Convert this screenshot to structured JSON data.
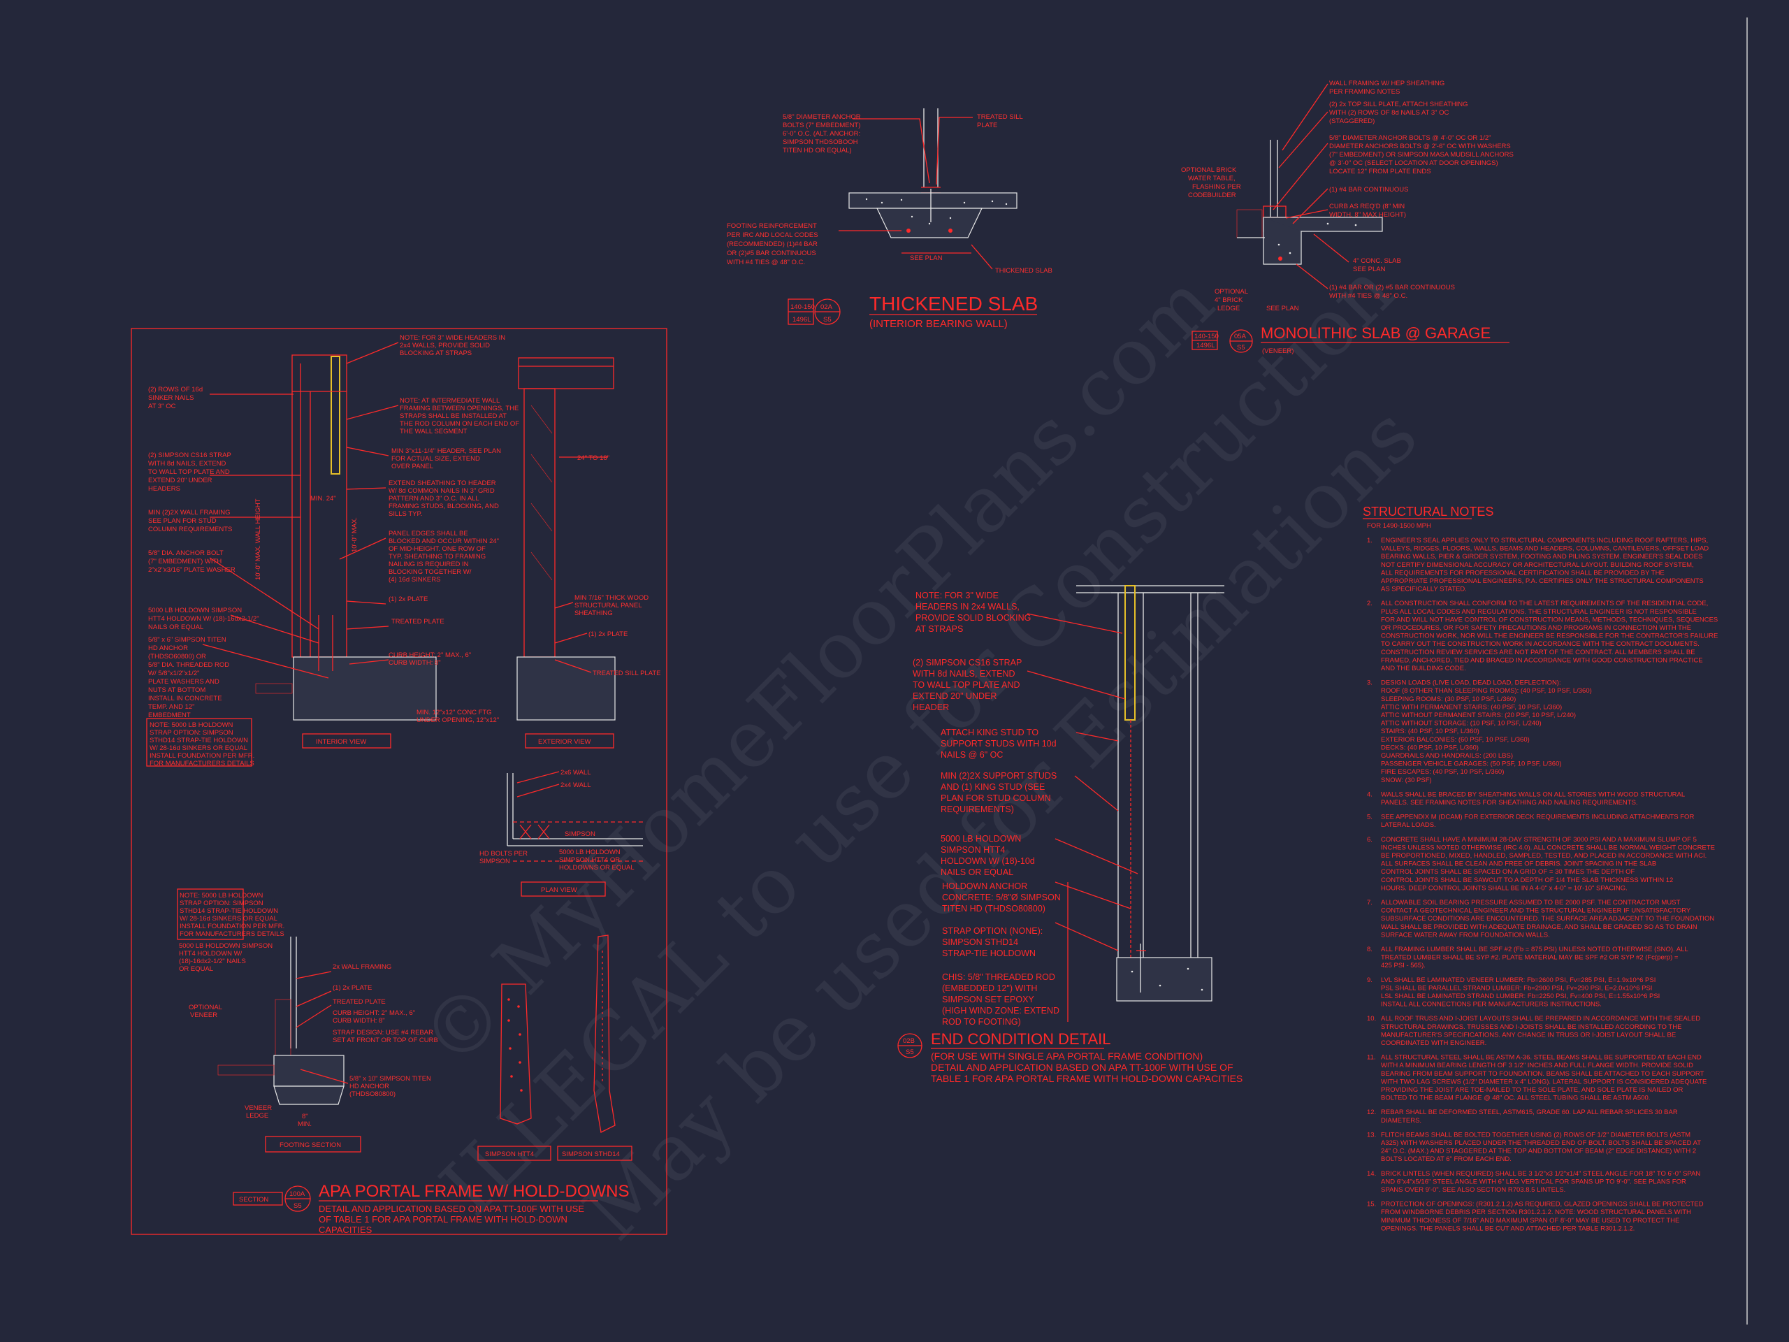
{
  "watermark": {
    "line1": "© MyHomeFloorPlans.com",
    "line2": "ILLEGAL to use for Construction",
    "line3": "May be used for Estimations"
  },
  "thickened_slab": {
    "tag_top": "140-150",
    "tag_bottom": "1496L",
    "tag_num": "02A",
    "tag_sheet": "S5",
    "title": "THICKENED SLAB",
    "subtitle": "(INTERIOR BEARING WALL)",
    "note_anchor": [
      "5/8\" DIAMETER ANCHOR",
      "BOLTS (7\" EMBEDMENT)",
      "6'-0\" O.C. (ALT. ANCHOR:",
      "SIMPSON THDSOBOOH",
      "TITEN HD OR EQUAL)"
    ],
    "note_sill": [
      "TREATED SILL",
      "PLATE"
    ],
    "note_footing": [
      "FOOTING REINFORCEMENT",
      "PER IRC AND LOCAL CODES",
      "(RECOMMENDED) (1)#4 BAR",
      "OR (2)#5 BAR CONTINUOUS",
      "WITH #4 TIES @ 48\" O.C."
    ],
    "see_plan": "SEE PLAN",
    "thickened_label": "THICKENED SLAB"
  },
  "monolithic_slab": {
    "tag_top": "140-150",
    "tag_bottom": "1496L",
    "tag_num": "05A",
    "tag_sheet": "S5",
    "title": "MONOLITHIC SLAB @ GARAGE",
    "subtitle": "(VENEER)",
    "notes": [
      "WALL FRAMING W/ HEP SHEATHING",
      "PER FRAMING NOTES",
      "(2) 2x TOP SILL PLATE, ATTACH SHEATHING",
      "WITH (2) ROWS OF 8d NAILS AT 3\" OC",
      "(STAGGERED)",
      "5/8\" DIAMETER ANCHOR BOLTS @ 4'-0\" OC OR 1/2\"",
      "DIAMETER ANCHORS BOLTS @ 2'-6\" OC WITH WASHERS",
      "(7\" EMBEDMENT) OR SIMPSON MASA MUDSILL ANCHORS",
      "@ 3'-0\" OC (SELECT LOCATION AT DOOR OPENINGS)",
      "LOCATE 12\" FROM PLATE ENDS",
      "(1) #4 BAR CONTINUOUS",
      "CURB AS REQ'D (8\" MIN",
      "WIDTH, 8\" MAX HEIGHT)",
      "4\" CONC. SLAB",
      "SEE PLAN",
      "(1) #4 BAR OR (2) #5 BAR CONTINUOUS",
      "WITH #4 TIES @ 48\" O.C."
    ],
    "left_notes": [
      "OPTIONAL BRICK",
      "WATER TABLE,",
      "FLASHING PER",
      "CODEBUILDER"
    ],
    "bottom_notes": [
      "OPTIONAL",
      "4\" BRICK",
      "LEDGE"
    ],
    "see_plan2": [
      "SEE PLAN"
    ]
  },
  "apa_portal": {
    "section_label": "SECTION",
    "tag_num": "100A",
    "tag_sheet": "S5",
    "title": "APA PORTAL FRAME W/ HOLD-DOWNS",
    "subtitle": [
      "DETAIL AND APPLICATION BASED ON APA TT-100F WITH USE",
      "OF TABLE 1 FOR APA PORTAL FRAME WITH HOLD-DOWN",
      "CAPACITIES"
    ],
    "interior_view": "INTERIOR VIEW",
    "exterior_view": "EXTERIOR VIEW",
    "plan_view": "PLAN VIEW",
    "footing_section": "FOOTING SECTION",
    "simpson_htt4": "SIMPSON HTT4",
    "simpson_sth14": "SIMPSON STHD14",
    "left_notes": [
      "(2) ROWS OF 16d",
      "SINKER NAILS",
      "AT 3\" OC",
      "(2) SIMPSON CS16 STRAP",
      "WITH 8d NAILS, EXTEND",
      "TO WALL TOP PLATE AND",
      "EXTEND 20\" UNDER",
      "HEADERS",
      "MIN (2)2X WALL FRAMING",
      "SEE PLAN FOR STUD",
      "COLUMN REQUIREMENTS",
      "5/8\" DIA. ANCHOR BOLT",
      "(7\" EMBEDMENT) WITH",
      "2\"x2\"x3/16\" PLATE WASHER",
      "5000 LB HOLDOWN SIMPSON",
      "HTT4 HOLDOWN W/ (18)-16dx2-1/2\"",
      "NAILS OR EQUAL",
      "5/8\" x 6\" SIMPSON TITEN",
      "HD ANCHOR",
      "(THDSO60800) OR",
      "5/8\" DIA. THREADED ROD",
      "W/ 5/8\"x1/2\"x1/2\"",
      "PLATE WASHERS AND",
      "NUTS AT BOTTOM",
      "INSTALL IN CONCRETE",
      "TEMP. AND 12\"",
      "EMBEDMENT"
    ],
    "note_box": [
      "NOTE: 5000 LB HOLDOWN",
      "STRAP OPTION: SIMPSON",
      "STHD14 STRAP-TIE HOLDOWN",
      "W/ 28-16d SINKERS OR EQUAL",
      "INSTALL FOUNDATION PER MFR.",
      "FOR MANUFACTURERS DETAILS"
    ],
    "mid_notes": [
      "NOTE: FOR 3\" WIDE HEADERS IN",
      "2x4 WALLS, PROVIDE SOLID",
      "BLOCKING AT STRAPS",
      "NOTE: AT INTERMEDIATE WALL",
      "FRAMING BETWEEN OPENINGS, THE",
      "STRAPS SHALL BE INSTALLED AT",
      "THE ROD COLUMN ON EACH END OF",
      "THE WALL SEGMENT",
      "MIN 3\"x11-1/4\" HEADER, SEE PLAN",
      "FOR ACTUAL SIZE, EXTEND",
      "OVER PANEL",
      "EXTEND SHEATHING TO HEADER",
      "W/ 8d COMMON NAILS IN 3\" GRID",
      "PATTERN AND 3\" O.C. IN ALL",
      "FRAMING STUDS, BLOCKING, AND",
      "SILLS TYP.",
      "PANEL EDGES SHALL BE",
      "BLOCKED AND OCCUR WITHIN 24\"",
      "OF MID-HEIGHT. ONE ROW OF",
      "TYP. SHEATHING TO FRAMING",
      "NAILING IS REQUIRED IN",
      "BLOCKING TOGETHER W/",
      "(4) 16d SINKERS",
      "(1) 2x PLATE",
      "TREATED PLATE",
      "CURB HEIGHT: 2\" MAX., 6\"",
      "CURB WIDTH: 8\"",
      "MIN. 12\"x12\" CONC FTG",
      "UNDER OPENING, 12\"x12\""
    ],
    "ext_notes": [
      "MIN 7/16\" THICK WOOD",
      "STRUCTURAL PANEL",
      "SHEATHING",
      "(1) 2x PLATE",
      "TREATED SILL PLATE"
    ],
    "dim_24": "24\" TO 18\"",
    "dim_mid": "MIN. 24\"",
    "dim_height": "10'-0\" MAX. WALL HEIGHT",
    "dim_panel": "10'-0\" MAX.",
    "plan_notes": [
      "2x6 WALL",
      "2x4 WALL",
      "SIMPSON",
      "5000 LB HOLDOWN",
      "SIMPSON HTT4 OR",
      "HOLDOWNS OR EQUAL",
      "HD BOLTS PER",
      "SIMPSON"
    ],
    "footing_notes": [
      "NOTE: 5000 LB HOLDOWN",
      "STRAP OPTION: SIMPSON",
      "STHD14 STRAP-TIE HOLDOWN",
      "W/ 28-16d SINKERS OR EQUAL",
      "INSTALL FOUNDATION PER MFR.",
      "FOR MANUFACTURERS DETAILS"
    ],
    "footing_notes2": [
      "5000 LB HOLDOWN SIMPSON",
      "HTT4 HOLDOWN W/",
      "(18)-16dx2-1/2\" NAILS",
      "OR EQUAL",
      "2x WALL FRAMING",
      "(1) 2x PLATE",
      "TREATED PLATE",
      "CURB HEIGHT: 2\" MAX., 6\"",
      "CURB WIDTH: 8\"",
      "STRAP DESIGN: USE #4 REBAR",
      "SET AT FRONT OR TOP OF CURB",
      "5/8\" x 10\" SIMPSON TITEN",
      "HD ANCHOR",
      "(THDSO80800)"
    ],
    "footing_left": [
      "OPTIONAL",
      "VENEER"
    ],
    "footing_veneer": [
      "VENEER",
      "LEDGE"
    ],
    "footing_dim": [
      "8\"",
      "MIN."
    ]
  },
  "end_condition": {
    "tag_num": "02B",
    "tag_sheet": "S5",
    "title": "END CONDITION DETAIL",
    "subtitle": [
      "(FOR USE WITH SINGLE APA PORTAL FRAME CONDITION)",
      "DETAIL AND APPLICATION BASED ON APA TT-100F WITH USE OF",
      "TABLE 1 FOR APA PORTAL FRAME WITH HOLD-DOWN CAPACITIES"
    ],
    "notes": [
      "NOTE: FOR 3\" WIDE",
      "HEADERS IN 2x4 WALLS,",
      "PROVIDE SOLID BLOCKING",
      "AT STRAPS",
      "(2) SIMPSON CS16 STRAP",
      "WITH 8d NAILS, EXTEND",
      "TO WALL TOP PLATE AND",
      "EXTEND 20\" UNDER",
      "HEADER",
      "ATTACH KING STUD TO",
      "SUPPORT STUDS WITH 10d",
      "NAILS @ 6\" OC",
      "MIN (2)2X SUPPORT STUDS",
      "AND (1) KING STUD (SEE",
      "PLAN FOR STUD COLUMN",
      "REQUIREMENTS)",
      "5000 LB HOLDOWN",
      "SIMPSON HTT4",
      "HOLDOWN W/ (18)-10d",
      "NAILS OR EQUAL",
      "HOLDOWN ANCHOR",
      "CONCRETE: 5/8\"Ø SIMPSON",
      "TITEN HD (THDSO80800)",
      "STRAP OPTION (NONE):",
      "SIMPSON STHD14",
      "STRAP-TIE HOLDOWN",
      "CHIS: 5/8\" THREADED ROD",
      "(EMBEDDED 12\") WITH",
      "SIMPSON SET EPOXY",
      "(HIGH WIND ZONE: EXTEND",
      "ROD TO FOOTING)"
    ]
  },
  "structural_notes": {
    "title": "STRUCTURAL NOTES",
    "subtitle": "FOR 1490-1500 MPH",
    "items": [
      {
        "num": "1.",
        "lines": [
          "ENGINEER'S SEAL APPLIES ONLY TO STRUCTURAL COMPONENTS INCLUDING ROOF RAFTERS, HIPS,",
          "VALLEYS, RIDGES, FLOORS, WALLS, BEAMS AND HEADERS, COLUMNS, CANTILEVERS, OFFSET LOAD",
          "BEARING WALLS, PIER & GIRDER SYSTEM, FOOTING AND PILING SYSTEM. ENGINEER'S SEAL DOES",
          "NOT CERTIFY DIMENSIONAL ACCURACY OR ARCHITECTURAL LAYOUT. BUILDING ROOF SYSTEM,",
          "ALL REQUIREMENTS FOR PROFESSIONAL CERTIFICATION SHALL BE PROVIDED BY THE",
          "APPROPRIATE PROFESSIONAL ENGINEERS, P.A. CERTIFIES ONLY THE STRUCTURAL COMPONENTS",
          "AS SPECIFICALLY STATED."
        ]
      },
      {
        "num": "2.",
        "lines": [
          "ALL CONSTRUCTION SHALL CONFORM TO THE LATEST REQUIREMENTS OF THE RESIDENTIAL CODE,",
          "PLUS ALL LOCAL CODES AND REGULATIONS. THE STRUCTURAL ENGINEER IS NOT RESPONSIBLE",
          "FOR AND WILL NOT HAVE CONTROL OF CONSTRUCTION MEANS, METHODS, TECHNIQUES, SEQUENCES",
          "OR PROCEDURES, OR FOR SAFETY PRECAUTIONS AND PROGRAMS IN CONNECTION WITH THE",
          "CONSTRUCTION WORK, NOR WILL THE ENGINEER BE RESPONSIBLE FOR THE CONTRACTOR'S FAILURE",
          "TO CARRY OUT THE CONSTRUCTION WORK IN ACCORDANCE WITH THE CONTRACT DOCUMENTS.",
          "CONSTRUCTION REVIEW SERVICES ARE NOT PART OF THE CONTRACT. ALL MEMBERS SHALL BE",
          "FRAMED, ANCHORED, TIED AND BRACED IN ACCORDANCE WITH GOOD CONSTRUCTION PRACTICE",
          "AND THE BUILDING CODE."
        ]
      },
      {
        "num": "3.",
        "lines": [
          "DESIGN LOADS (LIVE LOAD, DEAD LOAD, DEFLECTION):",
          "ROOF (8 OTHER THAN SLEEPING ROOMS): (40 PSF, 10 PSF, L/360)",
          "SLEEPING ROOMS: (30 PSF, 10 PSF, L/360)",
          "ATTIC WITH PERMANENT STAIRS: (40 PSF, 10 PSF, L/360)",
          "ATTIC WITHOUT PERMANENT STAIRS: (20 PSF, 10 PSF, L/240)",
          "ATTIC WITHOUT STORAGE: (10 PSF, 10 PSF, L/240)",
          "STAIRS: (40 PSF, 10 PSF, L/360)",
          "EXTERIOR BALCONIES: (60 PSF, 10 PSF, L/360)",
          "DECKS: (40 PSF, 10 PSF, L/360)",
          "GUARDRAILS AND HANDRAILS: (200 LBS)",
          "PASSENGER VEHICLE GARAGES: (50 PSF, 10 PSF, L/360)",
          "FIRE ESCAPES: (40 PSF, 10 PSF, L/360)",
          "SNOW: (30 PSF)"
        ]
      },
      {
        "num": "4.",
        "lines": [
          "WALLS SHALL BE BRACED BY SHEATHING WALLS ON ALL STORIES WITH WOOD STRUCTURAL",
          "PANELS. SEE FRAMING NOTES FOR SHEATHING AND NAILING REQUIREMENTS."
        ]
      },
      {
        "num": "5.",
        "lines": [
          "SEE APPENDIX M (DCAM) FOR EXTERIOR DECK REQUIREMENTS INCLUDING ATTACHMENTS FOR",
          "LATERAL LOADS."
        ]
      },
      {
        "num": "6.",
        "lines": [
          "CONCRETE SHALL HAVE A MINIMUM 28-DAY STRENGTH OF 3000 PSI AND A MAXIMUM SLUMP OF 5",
          "INCHES UNLESS NOTED OTHERWISE (IRC 4.0). ALL CONCRETE SHALL BE NORMAL WEIGHT CONCRETE",
          "BE PROPORTIONED, MIXED, HANDLED, SAMPLED, TESTED, AND PLACED IN ACCORDANCE WITH ACI.",
          "ALL SURFACES SHALL BE CLEAN AND FREE OF DEBRIS. JOINT SPACING IN THE SLAB",
          "CONTROL JOINTS SHALL BE SPACED ON A GRID OF = 30 TIMES THE DEPTH OF",
          "CONTROL JOINTS SHALL BE SAWCUT TO A DEPTH OF 1/4 THE SLAB THICKNESS WITHIN 12",
          "HOURS. DEEP CONTROL JOINTS SHALL BE IN A 4-0\" x 4-0\" = 10'-10\" SPACING."
        ]
      },
      {
        "num": "7.",
        "lines": [
          "ALLOWABLE SOIL BEARING PRESSURE ASSUMED TO BE 2000 PSF. THE CONTRACTOR MUST",
          "CONTACT A GEOTECHNICAL ENGINEER AND THE STRUCTURAL ENGINEER IF UNSATISFACTORY",
          "SUBSURFACE CONDITIONS ARE ENCOUNTERED. THE SURFACE AREA ADJACENT TO THE FOUNDATION",
          "WALL SHALL BE PROVIDED WITH ADEQUATE DRAINAGE, AND SHALL BE GRADED SO AS TO DRAIN",
          "SURFACE WATER AWAY FROM FOUNDATION WALLS."
        ]
      },
      {
        "num": "8.",
        "lines": [
          "ALL FRAMING LUMBER SHALL BE SPF #2 (Fb = 875 PSI) UNLESS NOTED OTHERWISE (SNO). ALL",
          "TREATED LUMBER SHALL BE SYP #2. PLATE MATERIAL MAY BE SPF #2 OR SYP #2 (Fc(perp) =",
          "425 PSI - 565)."
        ]
      },
      {
        "num": "9.",
        "lines": [
          "LVL SHALL BE LAMINATED VENEER LUMBER: Fb=2600 PSI, Fv=285 PSI, E=1.9x10^6 PSI",
          "PSL SHALL BE PARALLEL STRAND LUMBER: Fb=2900 PSI, Fv=290 PSI, E=2.0x10^6 PSI",
          "LSL SHALL BE LAMINATED STRAND LUMBER: Fb=2250 PSI, Fv=400 PSI, E=1.55x10^6 PSI",
          "INSTALL ALL CONNECTIONS PER MANUFACTURERS INSTRUCTIONS."
        ]
      },
      {
        "num": "10.",
        "lines": [
          "ALL ROOF TRUSS AND I-JOIST LAYOUTS SHALL BE PREPARED IN ACCORDANCE WITH THE SEALED",
          "STRUCTURAL DRAWINGS. TRUSSES AND I-JOISTS SHALL BE INSTALLED ACCORDING TO THE",
          "MANUFACTURER'S SPECIFICATIONS. ANY CHANGE IN TRUSS OR I-JOIST LAYOUT SHALL BE",
          "COORDINATED WITH ENGINEER."
        ]
      },
      {
        "num": "11.",
        "lines": [
          "ALL STRUCTURAL STEEL SHALL BE ASTM A-36. STEEL BEAMS SHALL BE SUPPORTED AT EACH END",
          "WITH A MINIMUM BEARING LENGTH OF 3 1/2\" INCHES AND FULL FLANGE WIDTH. PROVIDE SOLID",
          "BEARING FROM BEAM SUPPORT TO FOUNDATION. BEAMS SHALL BE ATTACHED TO EACH SUPPORT",
          "WITH TWO LAG SCREWS (1/2\" DIAMETER x 4\" LONG). LATERAL SUPPORT IS CONSIDERED ADEQUATE",
          "PROVIDING THE JOIST ARE TOE-NAILED TO THE SOLE PLATE, AND SOLE PLATE IS NAILED OR",
          "BOLTED TO THE BEAM FLANGE @ 48\" OC. ALL STEEL TUBING SHALL BE ASTM A500."
        ]
      },
      {
        "num": "12.",
        "lines": [
          "REBAR SHALL BE DEFORMED STEEL, ASTM615, GRADE 60. LAP ALL REBAR SPLICES 30 BAR",
          "DIAMETERS."
        ]
      },
      {
        "num": "13.",
        "lines": [
          "FLITCH BEAMS SHALL BE BOLTED TOGETHER USING (2) ROWS OF 1/2\" DIAMETER BOLTS (ASTM",
          "A325) WITH WASHERS PLACED UNDER THE THREADED END OF BOLT. BOLTS SHALL BE SPACED AT",
          "24\" O.C. (MAX.) AND STAGGERED AT THE TOP AND BOTTOM OF BEAM (2\" EDGE DISTANCE) WITH 2",
          "BOLTS LOCATED AT 6\" FROM EACH END."
        ]
      },
      {
        "num": "14.",
        "lines": [
          "BRICK LINTELS (WHEN REQUIRED) SHALL BE 3 1/2\"x3 1/2\"x1/4\" STEEL ANGLE FOR 18\" TO 6'-0\" SPAN",
          "AND 6\"x4\"x5/16\" STEEL ANGLE WITH 6\" LEG VERTICAL FOR SPANS UP TO 9'-0\". SEE PLANS FOR",
          "SPANS OVER 9'-0\". SEE ALSO SECTION R703.8.5 LINTELS."
        ]
      },
      {
        "num": "15.",
        "lines": [
          "PROTECTION OF OPENINGS: (R301.2.1.2) AS REQUIRED, GLAZED OPENINGS SHALL BE PROTECTED",
          "FROM WINDBORNE DEBRIS PER SECTION R301.2.1.2. NOTE: WOOD STRUCTURAL PANELS WITH",
          "MINIMUM THICKNESS OF 7/16\" AND MAXIMUM SPAN OF 8'-0\" MAY BE USED TO PROTECT THE",
          "OPENINGS. THE PANELS SHALL BE CUT AND ATTACHED PER TABLE R301.2.1.2."
        ]
      }
    ]
  }
}
